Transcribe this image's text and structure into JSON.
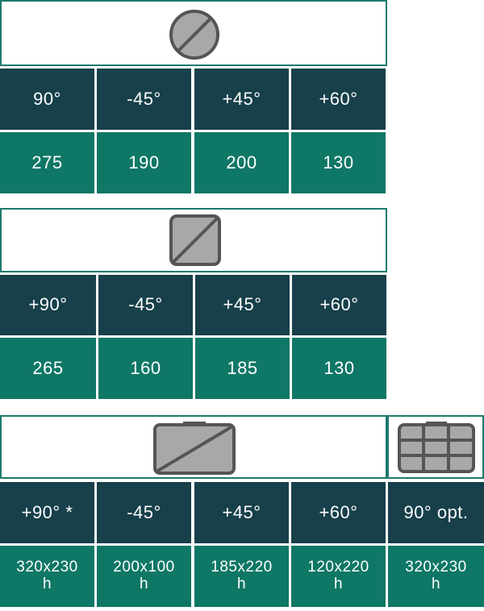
{
  "sections": [
    {
      "icon": "round-blade-icon",
      "angles": [
        "90°",
        "-45°",
        "+45°",
        "+60°"
      ],
      "values": [
        "275",
        "190",
        "200",
        "130"
      ]
    },
    {
      "icon": "square-blade-icon",
      "angles": [
        "+90°",
        "-45°",
        "+45°",
        "+60°"
      ],
      "values": [
        "265",
        "160",
        "185",
        "130"
      ]
    },
    {
      "icon": "rectangle-blade-icon",
      "extra_icon": "grid-blade-icon",
      "angles": [
        "+90° *",
        "-45°",
        "+45°",
        "+60°",
        "90° opt."
      ],
      "values": [
        [
          "320x230",
          "h"
        ],
        [
          "200x100",
          "h"
        ],
        [
          "185x220",
          "h"
        ],
        [
          "120x220",
          "h"
        ],
        [
          "320x230",
          "h"
        ]
      ]
    }
  ],
  "colors": {
    "header": "#17404a",
    "value": "#0f7766",
    "border": "#1c7a6c",
    "icon_fill": "#a8a8a8",
    "icon_stroke": "#555555"
  }
}
